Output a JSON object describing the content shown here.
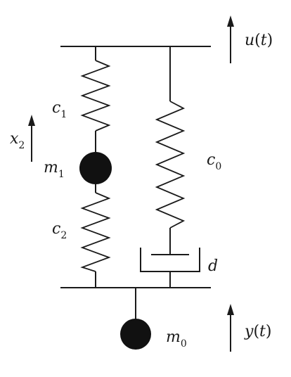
{
  "labels": {
    "u": {
      "main": "u",
      "open": "(",
      "arg": "t",
      "close": ")"
    },
    "y": {
      "main": "y",
      "open": "(",
      "arg": "t",
      "close": ")"
    },
    "c1": {
      "main": "c",
      "sub": "1"
    },
    "c2": {
      "main": "c",
      "sub": "2"
    },
    "c0": {
      "main": "c",
      "sub": "0"
    },
    "x2": {
      "main": "x",
      "sub": "2"
    },
    "m1": {
      "main": "m",
      "sub": "1"
    },
    "m0": {
      "main": "m",
      "sub": "0"
    },
    "d": {
      "main": "d"
    }
  },
  "colors": {
    "ink": "#1a1a1a",
    "mass": "#111111",
    "background": "#ffffff"
  }
}
